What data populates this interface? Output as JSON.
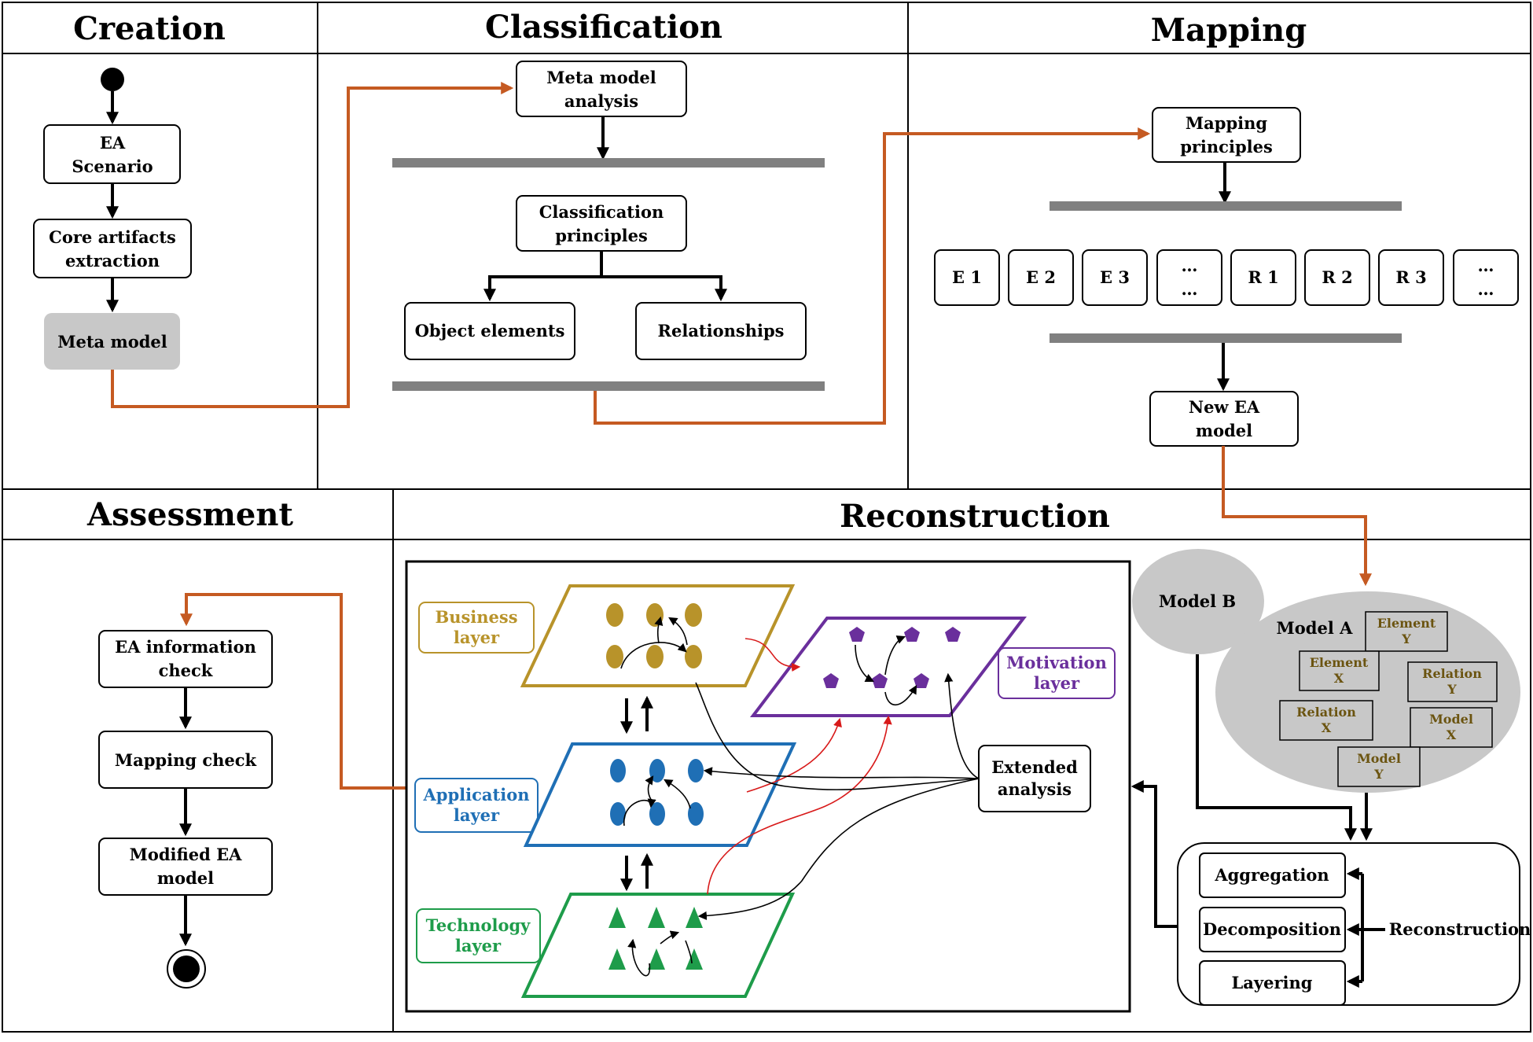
{
  "sections": {
    "creation": "Creation",
    "classification": "Classification",
    "mapping": "Mapping",
    "assessment": "Assessment",
    "reconstruction": "Reconstruction"
  },
  "creation": {
    "ea_scenario": [
      "EA",
      "Scenario"
    ],
    "core_artifacts": [
      "Core artifacts",
      "extraction"
    ],
    "meta_model": "Meta model"
  },
  "classification": {
    "meta_model_analysis": [
      "Meta model",
      "analysis"
    ],
    "classification_principles": [
      "Classification",
      "principles"
    ],
    "object_elements": "Object elements",
    "relationships": "Relationships"
  },
  "mapping": {
    "mapping_principles": [
      "Mapping",
      "principles"
    ],
    "items": [
      "E 1",
      "E 2",
      "E 3",
      "…",
      "R 1",
      "R 2",
      "R 3",
      "…"
    ],
    "new_ea_model": [
      "New EA",
      "model"
    ]
  },
  "assessment": {
    "ea_information_check": [
      "EA information",
      "check"
    ],
    "mapping_check": "Mapping check",
    "modified_ea_model": [
      "Modified EA",
      "model"
    ]
  },
  "reconstruction": {
    "business_layer": [
      "Business",
      "layer"
    ],
    "application_layer": [
      "Application",
      "layer"
    ],
    "technology_layer": [
      "Technology",
      "layer"
    ],
    "motivation_layer": [
      "Motivation",
      "layer"
    ],
    "extended_analysis": [
      "Extended",
      "analysis"
    ],
    "model_b": "Model B",
    "model_a": "Model A",
    "model_a_items": [
      [
        "Element",
        "Y"
      ],
      [
        "Element",
        "X"
      ],
      [
        "Relation",
        "Y"
      ],
      [
        "Relation",
        "X"
      ],
      [
        "Model",
        "X"
      ],
      [
        "Model",
        "Y"
      ]
    ],
    "ops": [
      "Aggregation",
      "Decomposition",
      "Layering"
    ],
    "reconstruction_label": "Reconstruction"
  },
  "colors": {
    "business": "#b8932a",
    "application": "#1f6fb5",
    "technology": "#1e9c4a",
    "motivation": "#6a2f9c",
    "flow": "#c55a22",
    "gray_fill": "#c8c8c8"
  }
}
